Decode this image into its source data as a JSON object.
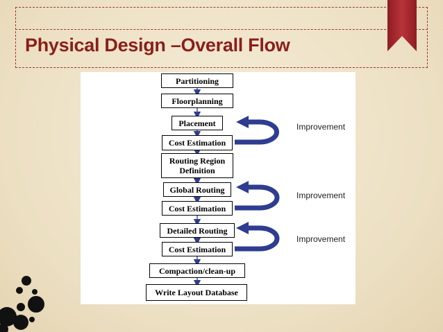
{
  "slide": {
    "title": "Physical Design –Overall Flow"
  },
  "flow": {
    "steps": [
      "Partitioning",
      "Floorplanning",
      "Placement",
      "Cost Estimation",
      "Routing Region\nDefinition",
      "Global Routing",
      "Cost Estimation",
      "Detailed Routing",
      "Cost Estimation",
      "Compaction/clean-up",
      "Write Layout Database"
    ],
    "loops": [
      {
        "label": "Improvement",
        "from_step": 3,
        "to_step": 2
      },
      {
        "label": "Improvement",
        "from_step": 6,
        "to_step": 5
      },
      {
        "label": "Improvement",
        "from_step": 8,
        "to_step": 7
      }
    ]
  },
  "colors": {
    "title": "#8a1f1a",
    "ribbon": "#a5262a",
    "arrow": "#2e3d8f",
    "frame": "#a0352d"
  }
}
